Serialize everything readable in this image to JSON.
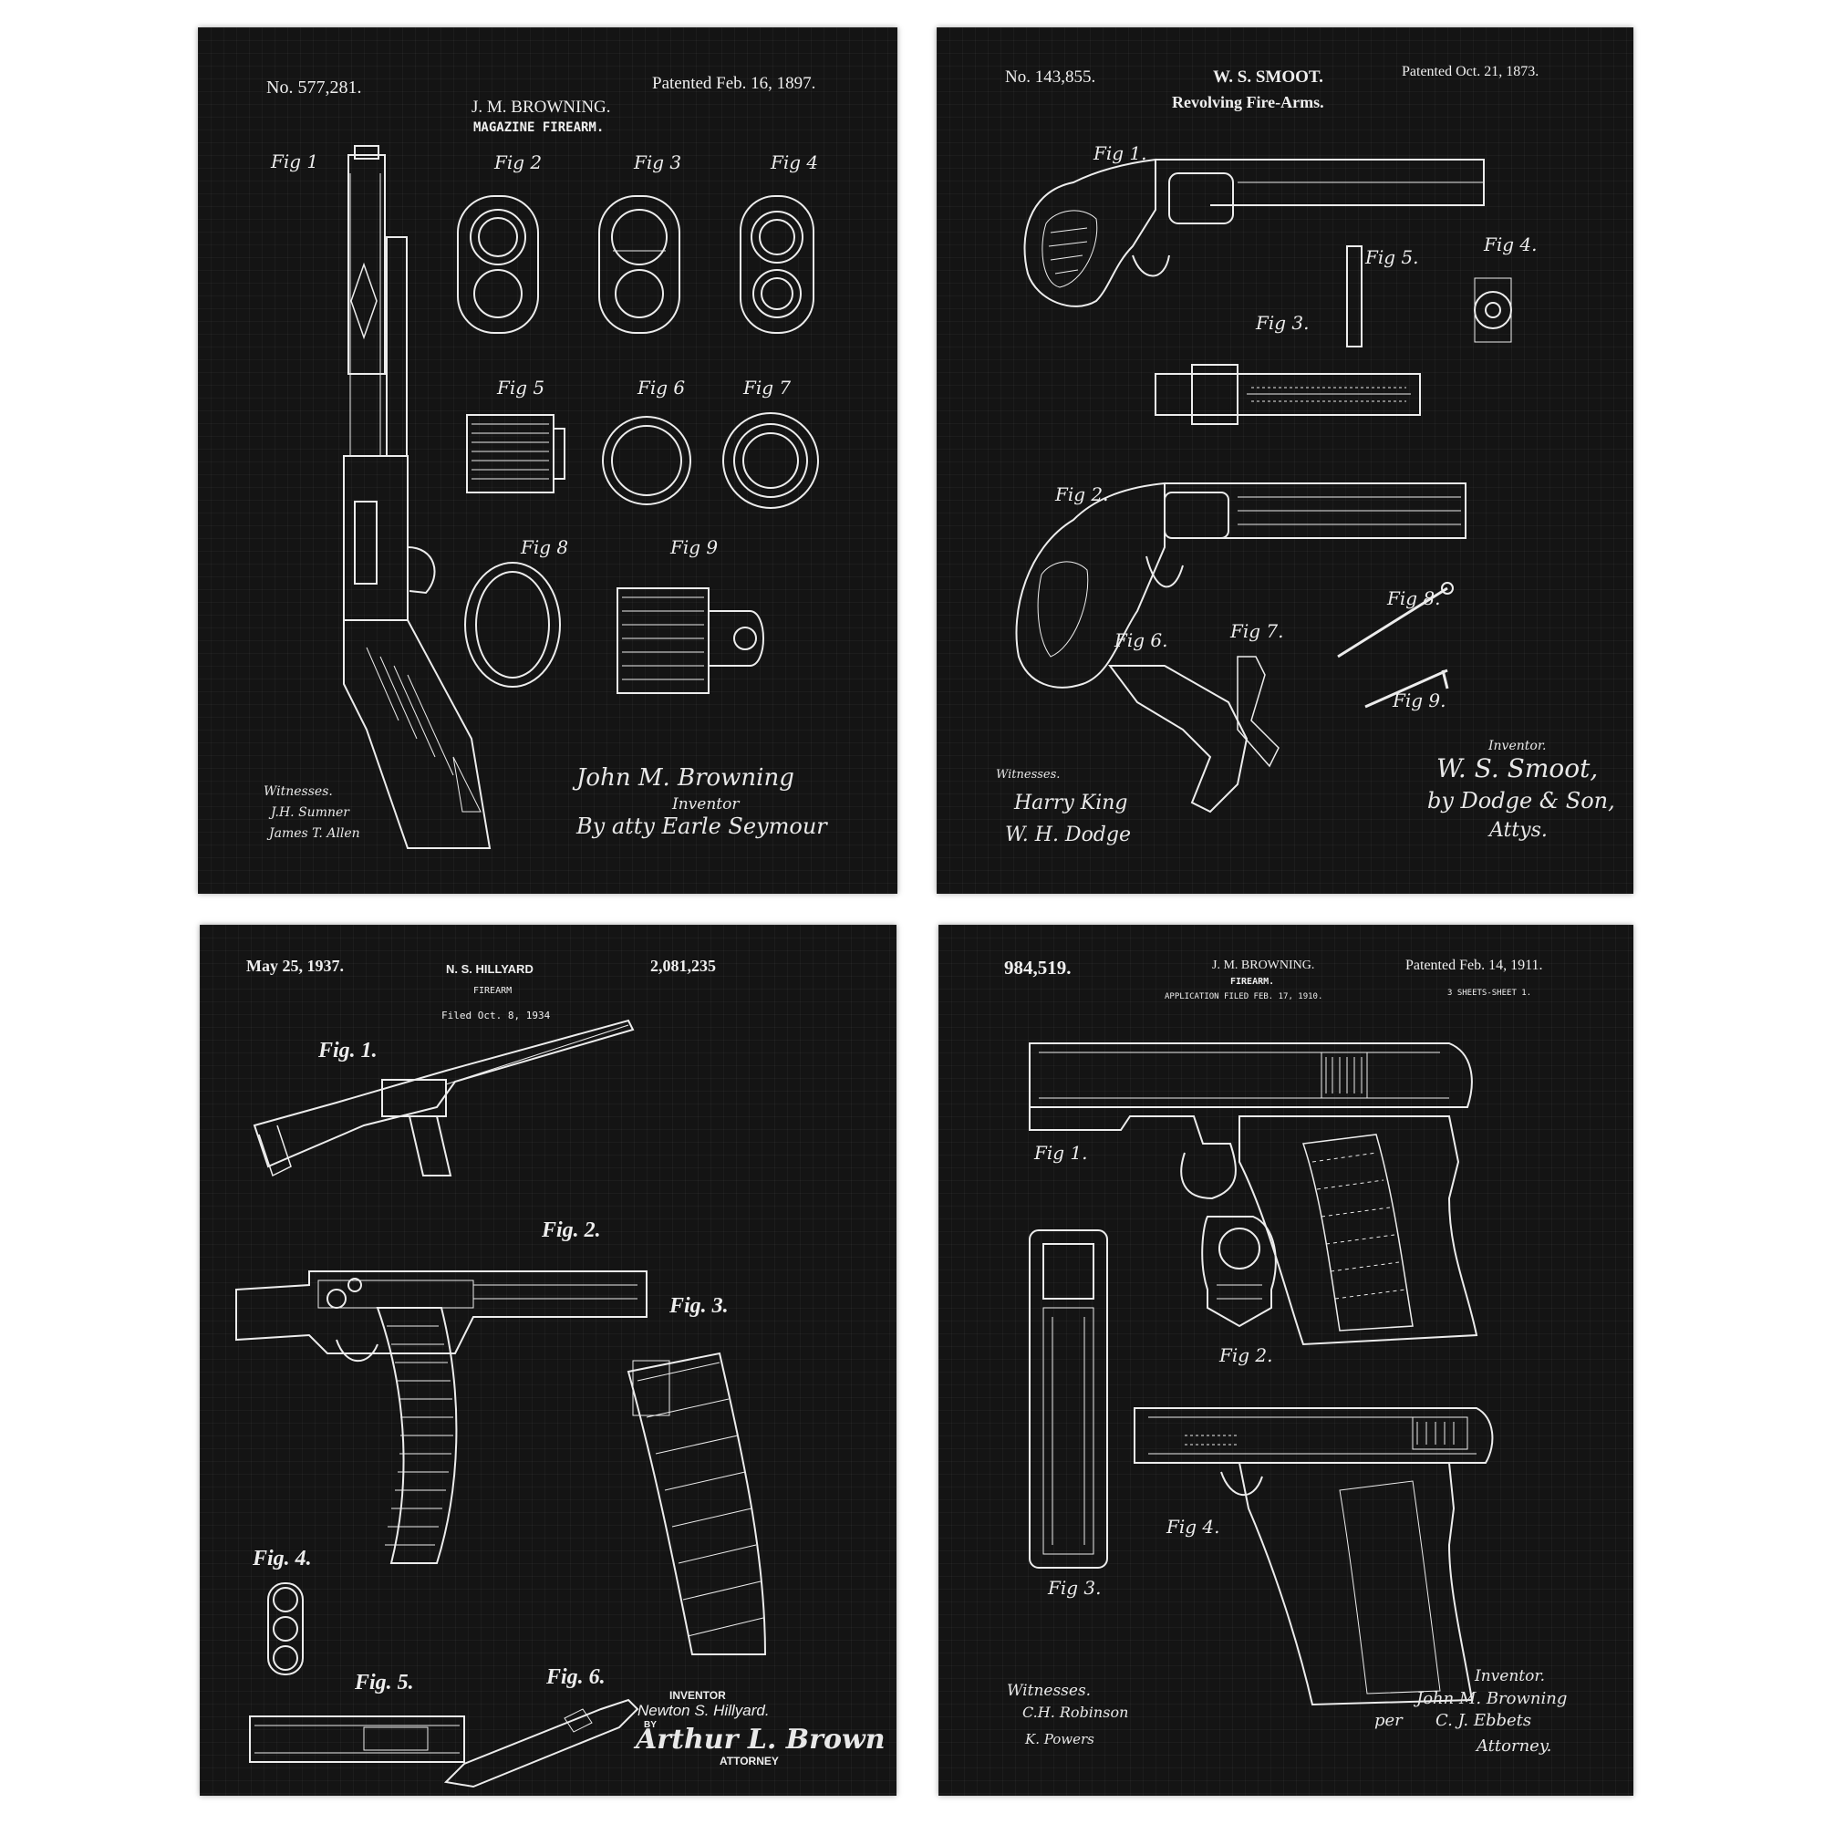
{
  "posters": [
    {
      "number": "No. 577,281.",
      "inventor": "J. M. BROWNING.",
      "patented": "Patented Feb. 16, 1897.",
      "title": "MAGAZINE FIREARM.",
      "figures": [
        "Fig 1",
        "Fig 2",
        "Fig 3",
        "Fig 4",
        "Fig 5",
        "Fig 6",
        "Fig 7",
        "Fig 8",
        "Fig 9"
      ],
      "witnesses_label": "Witnesses.",
      "witness_1": "J.H. Sumner",
      "witness_2": "James T. Allen",
      "inventor_signature": "John M. Browning",
      "inventor_label": "Inventor",
      "attorney_signature": "By atty Earle Seymour"
    },
    {
      "number": "No. 143,855.",
      "inventor": "W. S. SMOOT.",
      "patented": "Patented Oct. 21, 1873.",
      "title": "Revolving Fire-Arms.",
      "figures": [
        "Fig 1.",
        "Fig 2.",
        "Fig 3.",
        "Fig 4.",
        "Fig 5.",
        "Fig 6.",
        "Fig 7.",
        "Fig 8.",
        "Fig 9."
      ],
      "witnesses_label": "Witnesses.",
      "witness_1": "Harry King",
      "witness_2": "W. H. Dodge",
      "inventor_label": "Inventor.",
      "inventor_signature": "W. S. Smoot,",
      "attorney_signature": "by Dodge & Son,",
      "attorney_label": "Attys."
    },
    {
      "date": "May 25, 1937.",
      "inventor": "N. S. HILLYARD",
      "number": "2,081,235",
      "title": "FIREARM",
      "filed": "Filed Oct. 8, 1934",
      "figures": [
        "Fig. 1.",
        "Fig. 2.",
        "Fig. 3.",
        "Fig. 4.",
        "Fig. 5.",
        "Fig. 6."
      ],
      "inventor_label": "INVENTOR",
      "inventor_name": "Newton S. Hillyard.",
      "by_label": "BY",
      "attorney_signature": "Arthur L. Brown",
      "attorney_label": "ATTORNEY"
    },
    {
      "number": "984,519.",
      "inventor": "J. M. BROWNING.",
      "patented": "Patented Feb. 14, 1911.",
      "title": "FIREARM.",
      "application": "APPLICATION FILED FEB. 17, 1910.",
      "sheets": "3 SHEETS-SHEET 1.",
      "figures": [
        "Fig 1.",
        "Fig 2.",
        "Fig 3.",
        "Fig 4."
      ],
      "witnesses_label": "Witnesses.",
      "witness_1": "C.H. Robinson",
      "witness_2": "K. Powers",
      "inventor_label": "Inventor.",
      "inventor_signature": "John M. Browning",
      "per_label": "per",
      "attorney_signature": "C. J. Ebbets",
      "attorney_label": "Attorney."
    }
  ],
  "colors": {
    "background": "#ffffff",
    "poster": "#141414",
    "ink": "#efefef"
  }
}
